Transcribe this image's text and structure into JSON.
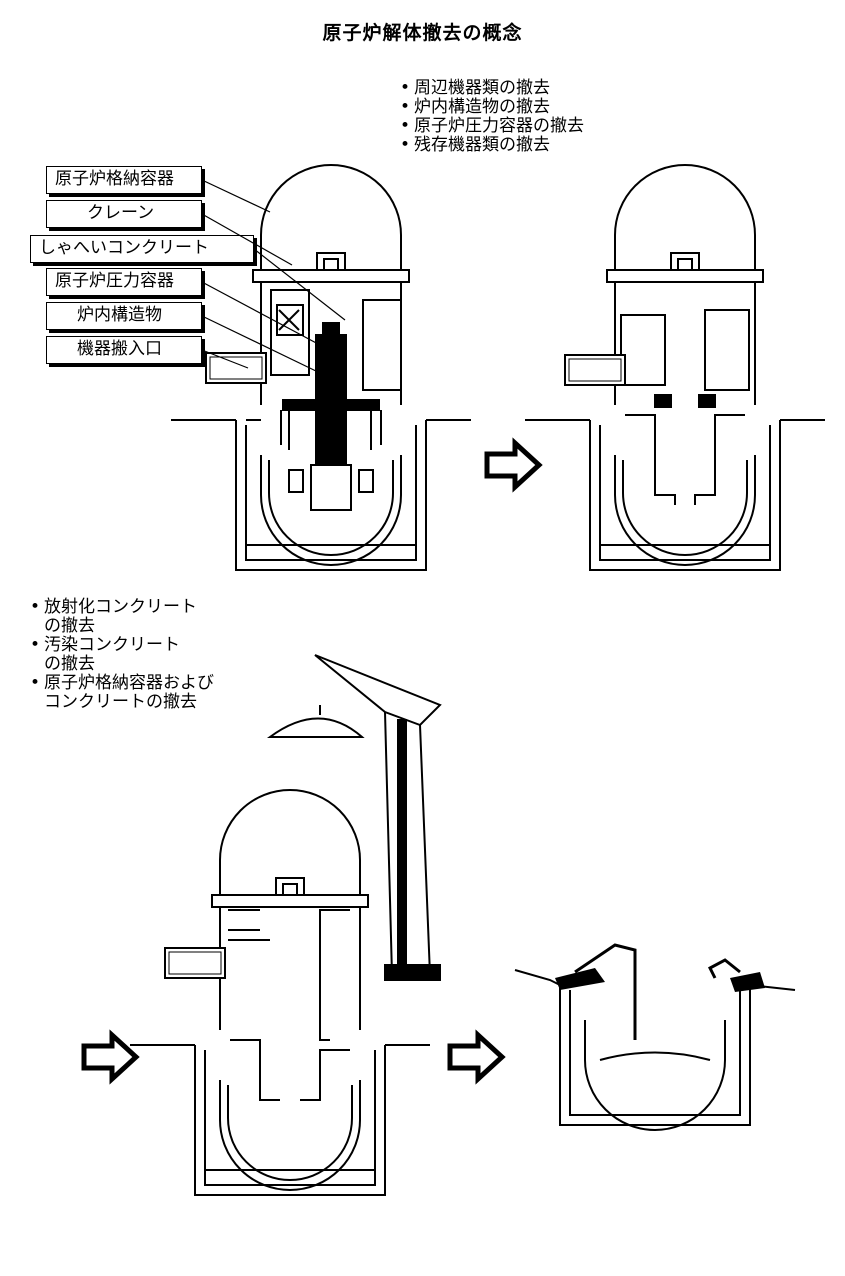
{
  "title": "原子炉解体撤去の概念",
  "stage1_steps": [
    "周辺機器類の撤去",
    "炉内構造物の撤去",
    "原子炉圧力容器の撤去",
    "残存機器類の撤去"
  ],
  "stage2_steps": [
    "放射化コンクリート\nの撤去",
    "汚染コンクリート\nの撤去",
    "原子炉格納容器および\nコンクリートの撤去"
  ],
  "labels": {
    "containment": "原子炉格納容器",
    "crane": "クレーン",
    "shield": "しゃへいコンクリート",
    "rpv": "原子炉圧力容器",
    "internals": "炉内構造物",
    "hatch": "機器搬入口"
  }
}
